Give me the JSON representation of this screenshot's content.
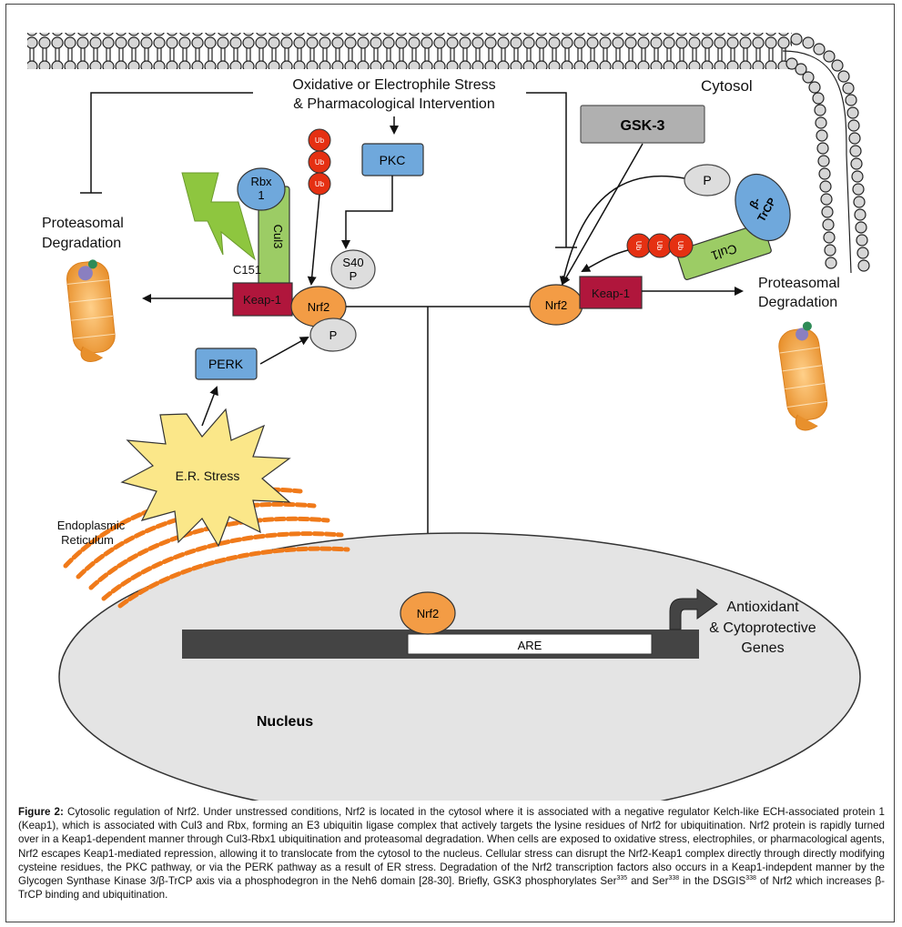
{
  "diagram": {
    "cytosol": "Cytosol",
    "stress_line1": "Oxidative or Electrophile Stress",
    "stress_line2": "& Pharmacological Intervention",
    "proteasomal_left_1": "Proteasomal",
    "proteasomal_left_2": "Degradation",
    "proteasomal_right_1": "Proteasomal",
    "proteasomal_right_2": "Degradation",
    "pkc": "PKC",
    "gsk3": "GSK-3",
    "perk": "PERK",
    "rbx1_a": "Rbx",
    "rbx1_b": "1",
    "cul3": "Cul3",
    "cul1": "Cul1",
    "btrcp_a": "β-",
    "btrcp_b": "TrCP",
    "ub": "Ub",
    "c151": "C151",
    "keap1_left": "Keap-1",
    "keap1_right": "Keap-1",
    "nrf2_left": "Nrf2",
    "nrf2_right": "Nrf2",
    "nrf2_nucleus": "Nrf2",
    "s40_a": "S40",
    "s40_b": "P",
    "p_perk": "P",
    "p_gsk": "P",
    "er_stress": "E.R. Stress",
    "er_label_1": "Endoplasmic",
    "er_label_2": "Reticulum",
    "are": "ARE",
    "genes_1": "Antioxidant",
    "genes_2": "& Cytoprotective",
    "genes_3": "Genes",
    "nucleus": "Nucleus"
  },
  "caption": {
    "label": "Figure 2:",
    "p1": "Cytosolic regulation of Nrf2. Under unstressed conditions, Nrf2 is located in the cytosol where it is associated with a negative regulator Kelch-like ECH-associated protein 1 (Keap1), which is associated with Cul3 and Rbx, forming an E3 ubiquitin ligase complex that actively targets the lysine residues of Nrf2 for ubiquitination. Nrf2 protein is rapidly turned over in a Keap1-dependent manner through Cul3-Rbx1 ubiquitination and proteasomal degradation. When cells are exposed to oxidative stress, electrophiles, or pharmacological agents, Nrf2 escapes Keap1-mediated repression, allowing it to translocate from the cytosol to the nucleus. Cellular stress can disrupt the Nrf2-Keap1 complex directly through directly modifying cysteine residues, the PKC pathway, or via the PERK pathway as a result of ER stress. Degradation of the Nrf2 transcription factors also occurs in a Keap1-indepdent manner by the Glycogen Synthase Kinase 3/β-TrCP axis via a phosphodegron in the Neh6 domain [28-30]. Briefly, GSK3 phosphorylates Ser",
    "sup1": "335",
    "p2": " and Ser",
    "sup2": "338",
    "p3": " in the DSGIS",
    "sup3": "338",
    "p4": " of Nrf2 which increases β-TrCP binding and ubiquitination."
  }
}
